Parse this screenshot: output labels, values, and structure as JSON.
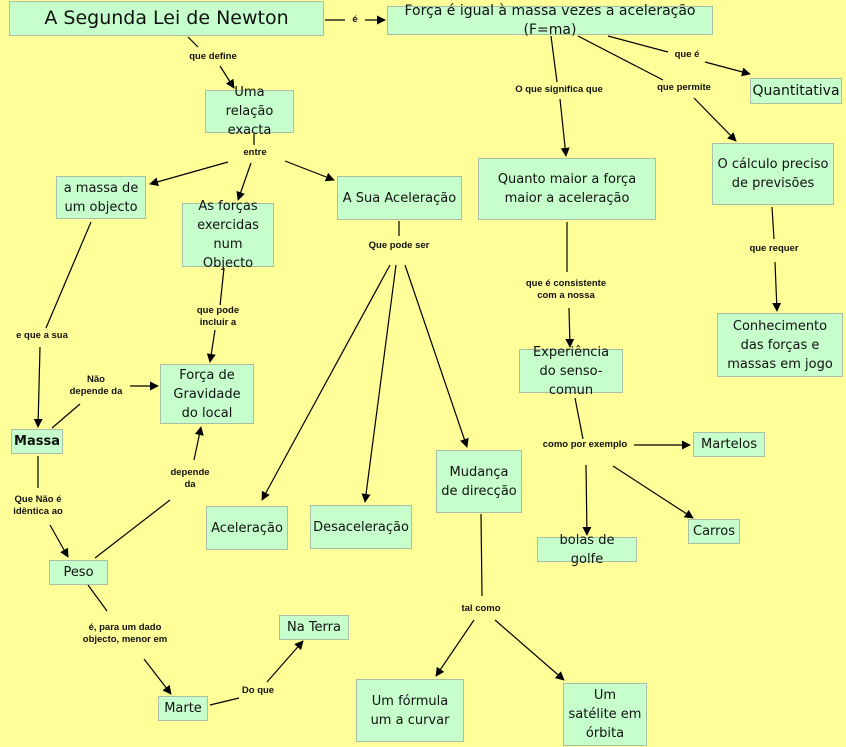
{
  "colors": {
    "background": "#ffff99",
    "node_fill": "#c6ffcc",
    "node_border": "#a8bfa8",
    "line": "#000000"
  },
  "nodes": {
    "segunda_lei": "A Segunda Lei de Newton",
    "forca_igual": "Força é igual à massa vezes a aceleração (F=ma)",
    "quantitativa": "Quantitativa",
    "relacao_exacta": "Uma relação exacta",
    "quanto_maior": "Quanto maior a força maior a aceleração",
    "calculo_preciso": "O cálculo preciso de previsões",
    "massa_objecto": "a massa de um objecto",
    "forcas_exercidas": "As forças exercidas num Objecto",
    "sua_aceleracao": "A Sua Aceleração",
    "conhecimento": "Conhecimento das forças e massas em jogo",
    "experiencia": "Experiência do senso-comun",
    "forca_gravidade": "Força de Gravidade do local",
    "massa": "Massa",
    "martelos": "Martelos",
    "mudanca_direccao": "Mudança de direcção",
    "aceleracao": "Aceleração",
    "desaceleracao": "Desaceleração",
    "carros": "Carros",
    "bolas_golfe": "bolas de golfe",
    "peso": "Peso",
    "na_terra": "Na Terra",
    "marte": "Marte",
    "formula_curvar": "Um fórmula um a curvar",
    "satelite": "Um satélite em órbita"
  },
  "links": {
    "e": "é",
    "que_define": "que define",
    "que_e": "que é",
    "o_que_significa": "O que significa que",
    "que_permite": "que permite",
    "entre": "entre",
    "que_pode_ser": "Que pode ser",
    "que_requer": "que requer",
    "que_e_consistente": "que é consistente\ncom a nossa",
    "e_que_a_sua": "e que a sua",
    "que_pode_incluir": "que pode\nincluir a",
    "nao_depende": "Não\ndepende da",
    "como_por_exemplo": "como por exemplo",
    "que_nao_identica": "Que Não é\nidêntica ao",
    "depende_da": "depende\nda",
    "tal_como": "tal como",
    "menor_em": "é, para um dado\nobjecto, menor em",
    "do_que": "Do que"
  }
}
